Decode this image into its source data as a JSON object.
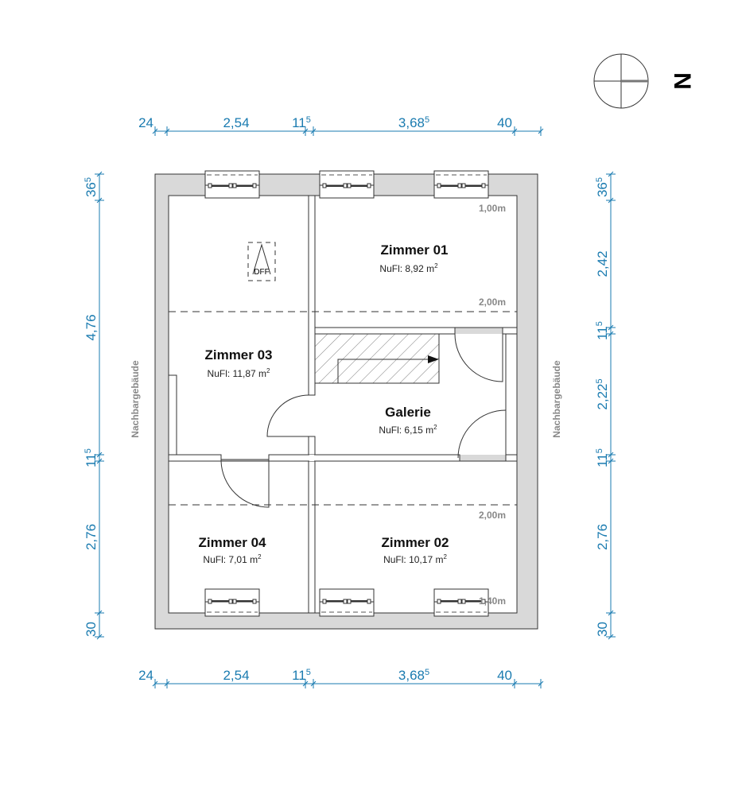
{
  "north": {
    "label": "N"
  },
  "dimensions": {
    "top": [
      {
        "v": "24"
      },
      {
        "v": "2,54"
      },
      {
        "v": "11",
        "s": "5"
      },
      {
        "v": "3,68",
        "s": "5"
      },
      {
        "v": "40"
      }
    ],
    "bottom": [
      {
        "v": "24"
      },
      {
        "v": "2,54"
      },
      {
        "v": "11",
        "s": "5"
      },
      {
        "v": "3,68",
        "s": "5"
      },
      {
        "v": "40"
      }
    ],
    "left": [
      {
        "v": "36",
        "s": "5"
      },
      {
        "v": "4,76"
      },
      {
        "v": "11",
        "s": "5"
      },
      {
        "v": "2,76"
      },
      {
        "v": "30"
      }
    ],
    "right": [
      {
        "v": "36",
        "s": "5"
      },
      {
        "v": "2,42"
      },
      {
        "v": "11",
        "s": "5"
      },
      {
        "v": "2,22",
        "s": "5"
      },
      {
        "v": "11",
        "s": "5"
      },
      {
        "v": "2,76"
      },
      {
        "v": "30"
      }
    ]
  },
  "neighbor_label": "Nachbargebäude",
  "skylight_label": "DFF",
  "rooms": [
    {
      "name": "Zimmer 01",
      "area": "NuFl: 8,92 m",
      "sup": "2"
    },
    {
      "name": "Zimmer 03",
      "area": "NuFl: 11,87 m",
      "sup": "2"
    },
    {
      "name": "Galerie",
      "area": "NuFl: 6,15 m",
      "sup": "2"
    },
    {
      "name": "Zimmer 04",
      "area": "NuFl: 7,01 m",
      "sup": "2"
    },
    {
      "name": "Zimmer 02",
      "area": "NuFl: 10,17 m",
      "sup": "2"
    }
  ],
  "heights": [
    "1,00m",
    "2,00m",
    "2,00m",
    "1,40m"
  ]
}
